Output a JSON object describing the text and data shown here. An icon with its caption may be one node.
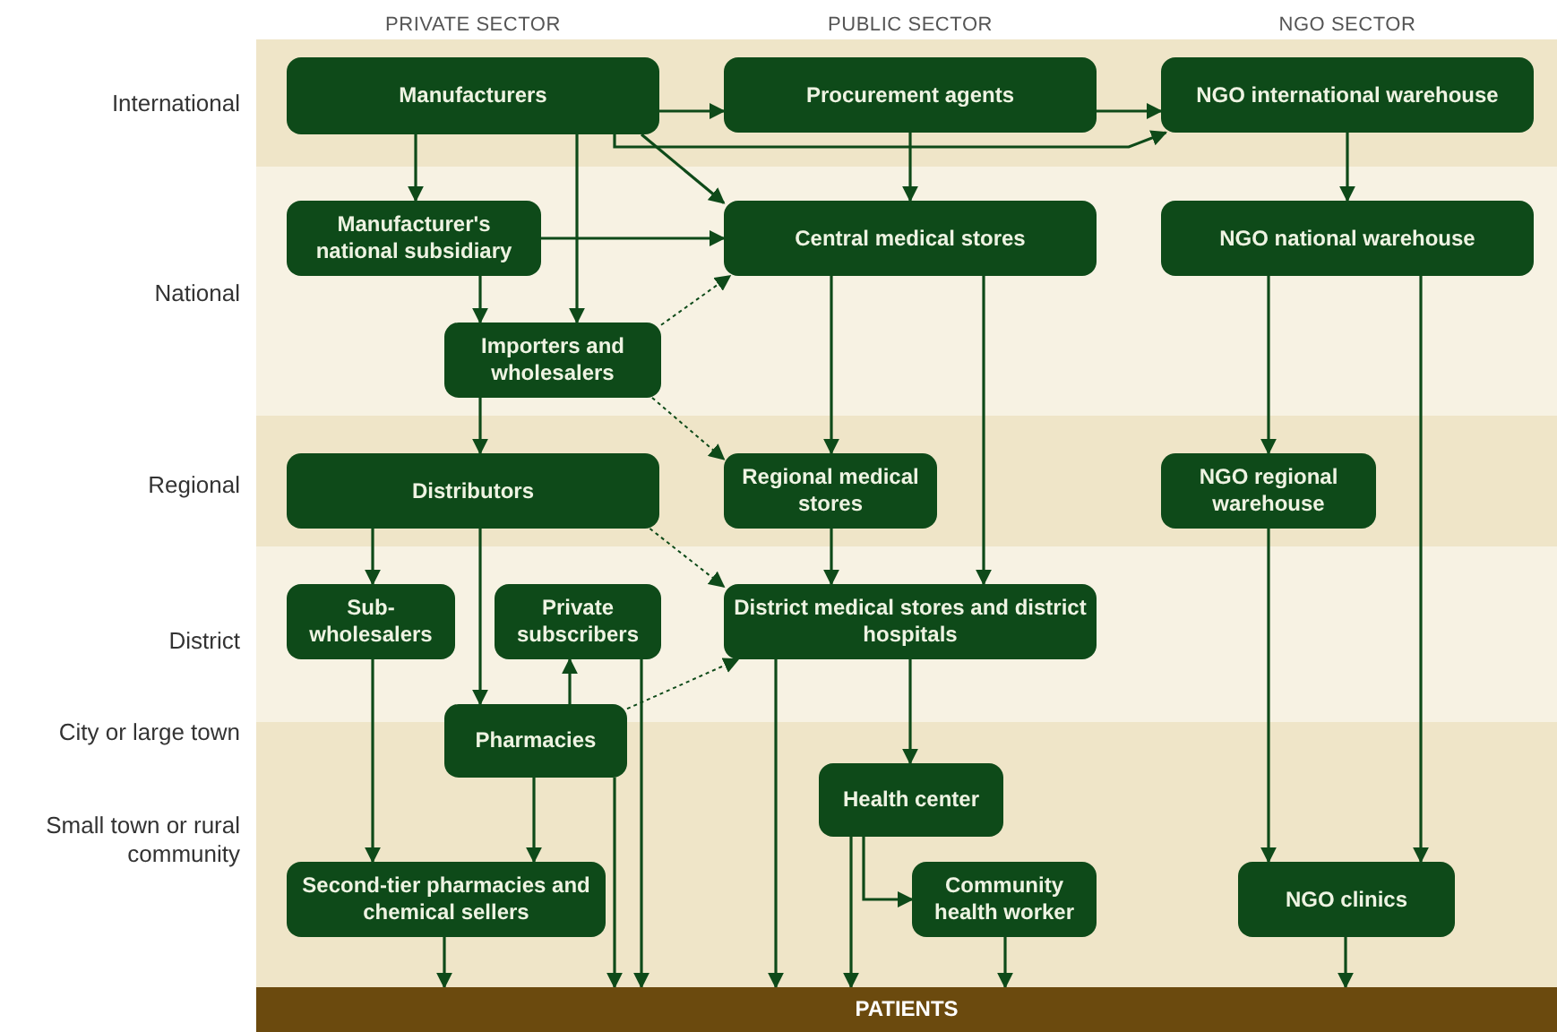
{
  "diagram": {
    "nodes": [
      {
        "text": [
          "Manufacturers"
        ]
      },
      {
        "text": [
          "Procurement agents"
        ]
      },
      {
        "text": [
          "NGO international warehouse"
        ]
      },
      {
        "text": [
          "Manufacturer's national subsidiary"
        ]
      },
      {
        "text": [
          "Central medical stores"
        ]
      },
      {
        "text": [
          "NGO national warehouse"
        ]
      },
      {
        "text": [
          "Importers and wholesalers"
        ]
      },
      {
        "text": [
          "Distributors"
        ]
      },
      {
        "text": [
          "Regional medical stores"
        ]
      },
      {
        "text": [
          "NGO regional warehouse"
        ]
      },
      {
        "text": [
          "Sub-wholesalers"
        ]
      },
      {
        "text": [
          "Private subscribers"
        ]
      },
      {
        "text": [
          "District medical stores and district hospitals"
        ]
      },
      {
        "text": [
          "Pharmacies"
        ]
      },
      {
        "text": [
          "Health center"
        ]
      },
      {
        "text": [
          "Second-tier pharmacies and chemical sellers"
        ]
      },
      {
        "text": [
          "Community health worker"
        ]
      },
      {
        "text": [
          "NGO clinics"
        ]
      },
      {
        "text": [
          "PATIENTS"
        ]
      }
    ],
    "edges": [
      {
        "from": 0,
        "to": 1,
        "arrow": "to"
      },
      {
        "from": 0,
        "to": 2,
        "arrow": "to"
      },
      {
        "from": 0,
        "to": 4,
        "arrow": "to"
      },
      {
        "from": 0,
        "to": 3,
        "arrow": "to"
      },
      {
        "from": 0,
        "to": 6,
        "arrow": "to"
      },
      {
        "from": 1,
        "to": 2,
        "arrow": "to"
      },
      {
        "from": 1,
        "to": 4,
        "arrow": "to"
      },
      {
        "from": 2,
        "to": 5,
        "arrow": "to"
      },
      {
        "from": 3,
        "to": 4,
        "arrow": "to"
      },
      {
        "from": 3,
        "to": 6,
        "arrow": "to"
      },
      {
        "from": 6,
        "to": 4,
        "arrow": "to",
        "style": "dashed"
      },
      {
        "from": 6,
        "to": 8,
        "arrow": "to",
        "style": "dashed"
      },
      {
        "from": 6,
        "to": 7,
        "arrow": "to"
      },
      {
        "from": 4,
        "to": 8,
        "arrow": "to"
      },
      {
        "from": 4,
        "to": 12,
        "arrow": "to"
      },
      {
        "from": 5,
        "to": 9,
        "arrow": "to"
      },
      {
        "from": 5,
        "to": 17,
        "arrow": "to"
      },
      {
        "from": 7,
        "to": 12,
        "arrow": "to",
        "style": "dashed"
      },
      {
        "from": 7,
        "to": 10,
        "arrow": "to"
      },
      {
        "from": 7,
        "to": 13,
        "arrow": "to"
      },
      {
        "from": 8,
        "to": 12,
        "arrow": "to"
      },
      {
        "from": 9,
        "to": 17,
        "arrow": "to"
      },
      {
        "from": 13,
        "to": 11,
        "arrow": "to"
      },
      {
        "from": 13,
        "to": 12,
        "arrow": "to",
        "style": "dashed"
      },
      {
        "from": 12,
        "to": 14,
        "arrow": "to"
      },
      {
        "from": 12,
        "to": 18,
        "arrow": "to"
      },
      {
        "from": 10,
        "to": 15,
        "arrow": "to"
      },
      {
        "from": 13,
        "to": 15,
        "arrow": "to"
      },
      {
        "from": 13,
        "to": 18,
        "arrow": "to"
      },
      {
        "from": 11,
        "to": 18,
        "arrow": "to"
      },
      {
        "from": 14,
        "to": 16,
        "arrow": "to"
      },
      {
        "from": 14,
        "to": 18,
        "arrow": "to"
      },
      {
        "from": 15,
        "to": 18,
        "arrow": "to"
      },
      {
        "from": 16,
        "to": 18,
        "arrow": "to"
      },
      {
        "from": 17,
        "to": 18,
        "arrow": "to"
      }
    ],
    "labels": [
      "PRIVATE SECTOR",
      "PUBLIC SECTOR",
      "NGO SECTOR",
      "International",
      "National",
      "Regional",
      "District",
      "City or large town",
      "Small town or rural community"
    ]
  }
}
